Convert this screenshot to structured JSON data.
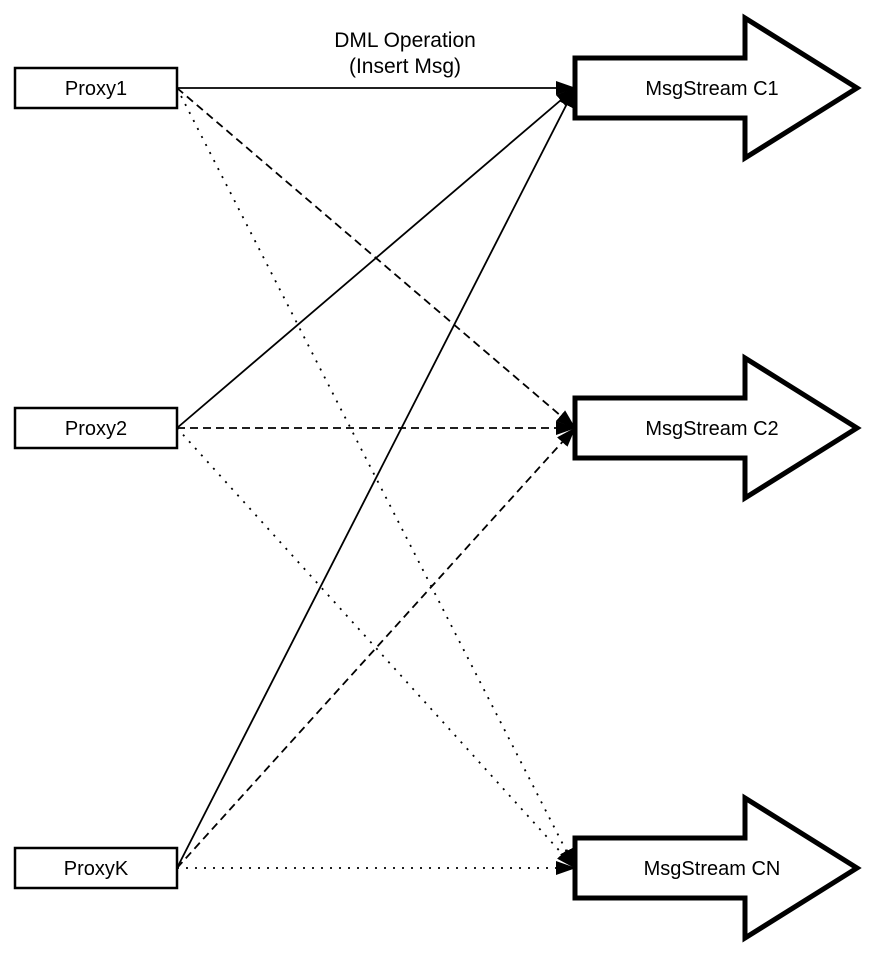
{
  "diagram": {
    "annotation": {
      "line1": "DML Operation",
      "line2": "(Insert Msg)"
    },
    "proxies": [
      {
        "id": "proxy1",
        "label": "Proxy1"
      },
      {
        "id": "proxy2",
        "label": "Proxy2"
      },
      {
        "id": "proxyk",
        "label": "ProxyK"
      }
    ],
    "streams": [
      {
        "id": "c1",
        "label": "MsgStream C1"
      },
      {
        "id": "c2",
        "label": "MsgStream C2"
      },
      {
        "id": "cn",
        "label": "MsgStream CN"
      }
    ],
    "edges": [
      {
        "from": 0,
        "to": 0,
        "style": "solid"
      },
      {
        "from": 0,
        "to": 1,
        "style": "dashed"
      },
      {
        "from": 0,
        "to": 2,
        "style": "dotted"
      },
      {
        "from": 1,
        "to": 0,
        "style": "solid"
      },
      {
        "from": 1,
        "to": 1,
        "style": "dashed"
      },
      {
        "from": 1,
        "to": 2,
        "style": "dotted"
      },
      {
        "from": 2,
        "to": 0,
        "style": "solid"
      },
      {
        "from": 2,
        "to": 1,
        "style": "dashed"
      },
      {
        "from": 2,
        "to": 2,
        "style": "dotted"
      }
    ],
    "colors": {
      "line": "#000000",
      "shape_fill": "#ffffff",
      "background": "#ffffff"
    }
  }
}
